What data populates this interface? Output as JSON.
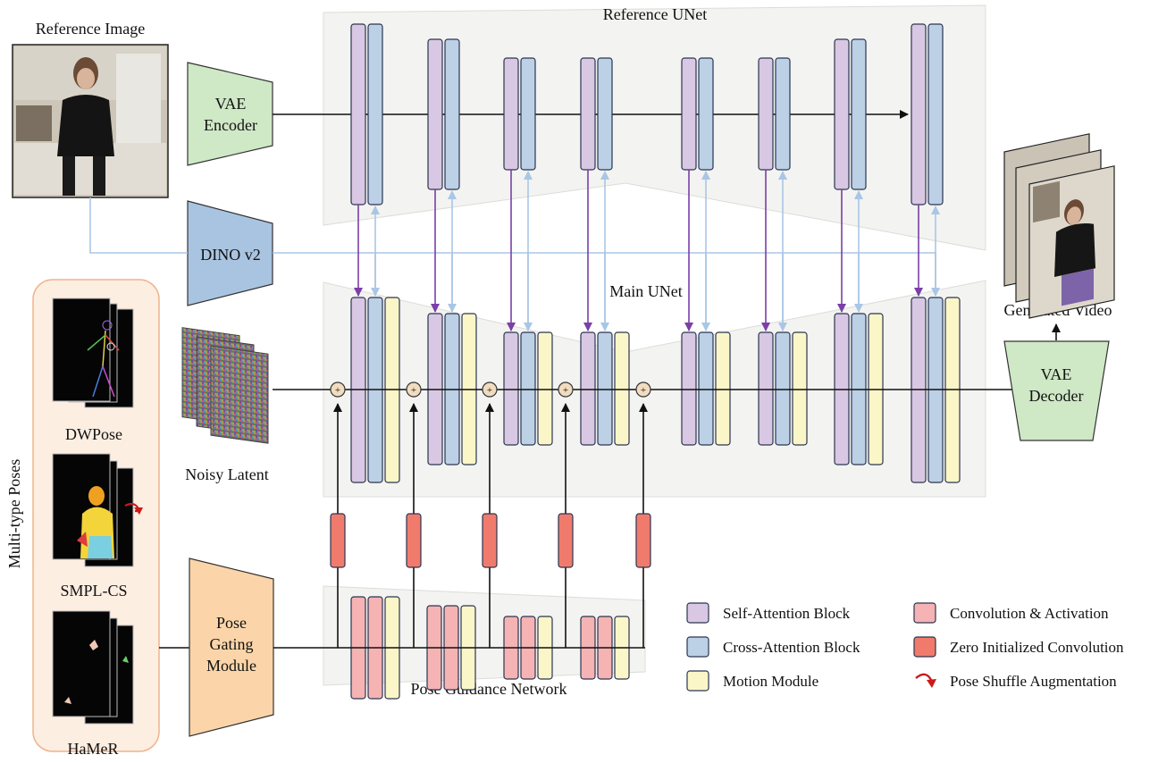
{
  "labels": {
    "reference_image": "Reference Image",
    "reference_unet": "Reference UNet",
    "main_unet": "Main UNet",
    "vae_encoder_l1": "VAE",
    "vae_encoder_l2": "Encoder",
    "dino": "DINO v2",
    "noisy_latent": "Noisy Latent",
    "generated_video": "Generated Video",
    "vae_decoder_l1": "VAE",
    "vae_decoder_l2": "Decoder",
    "pose_gating_l1": "Pose",
    "pose_gating_l2": "Gating",
    "pose_gating_l3": "Module",
    "pose_guidance_network": "Pose Guidance Network",
    "multi_type_poses": "Multi-type Poses",
    "dwpose": "DWPose",
    "smpl_cs": "SMPL-CS",
    "hamer": "HaMeR",
    "sum_symbol": "+"
  },
  "legend": [
    {
      "key": "self_attn",
      "label": "Self-Attention Block",
      "color": "#d9c8e3"
    },
    {
      "key": "cross_attn",
      "label": "Cross-Attention Block",
      "color": "#bcd0e6"
    },
    {
      "key": "motion",
      "label": "Motion Module",
      "color": "#fbf6c8"
    },
    {
      "key": "conv_act",
      "label": "Convolution & Activation",
      "color": "#f5b3b3"
    },
    {
      "key": "zero_conv",
      "label": "Zero Initialized Convolution",
      "color": "#f07b6c"
    },
    {
      "key": "shuffle",
      "label": "Pose Shuffle Augmentation",
      "color": "#cc1a1a"
    }
  ],
  "colors": {
    "vae_encoder": "#cfe8c6",
    "dino": "#a9c4e0",
    "vae_decoder": "#cfe8c6",
    "pose_gating": "#fbd5a9",
    "pose_panel_border": "#f0b48a",
    "purple_arrow": "#7a3fa8",
    "light_blue_arrow": "#a9c6e6",
    "unet_panel": "#f3f3f1",
    "sum_node": "#f1dcc0"
  }
}
